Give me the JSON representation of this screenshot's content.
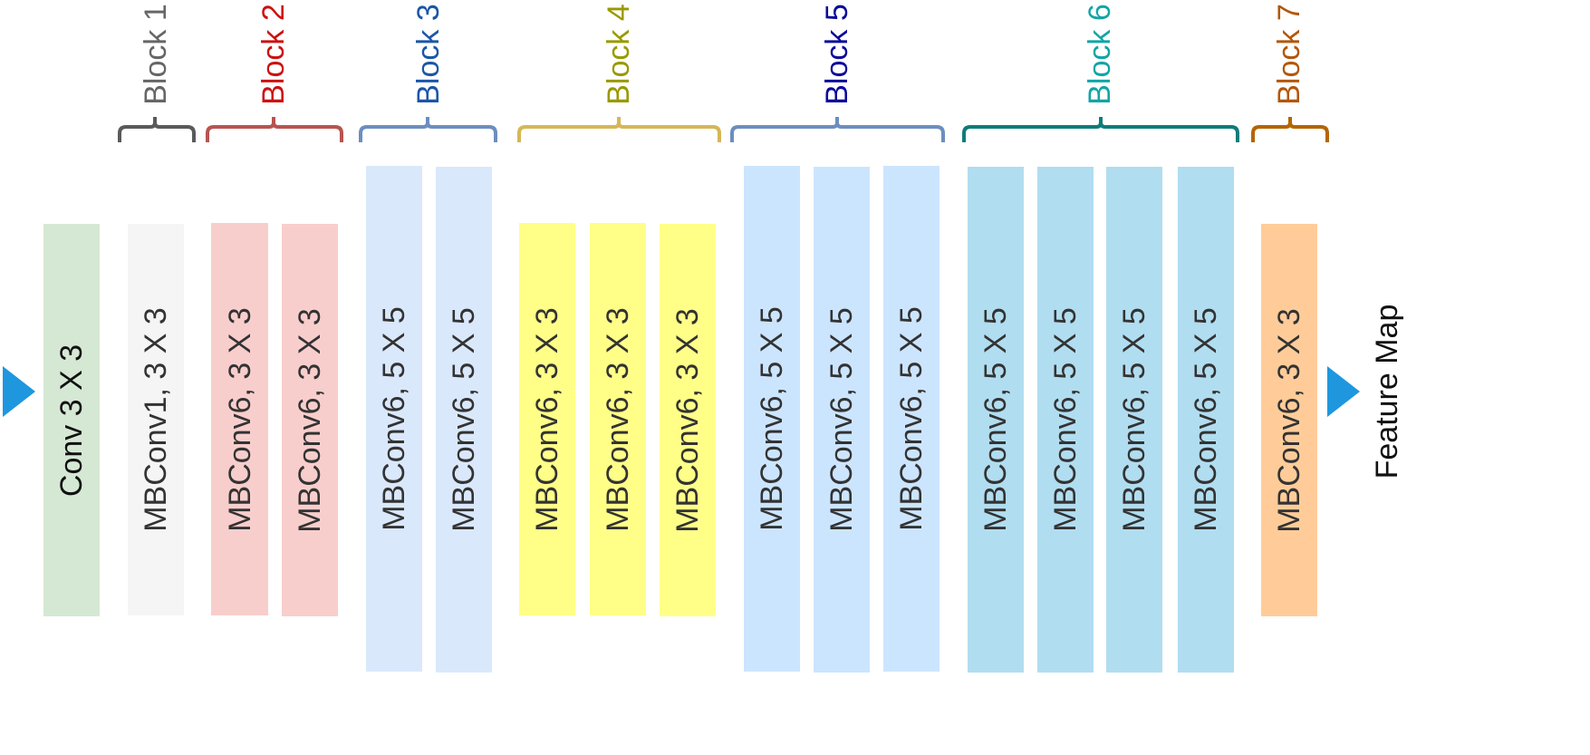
{
  "blocks": [
    {
      "label": "Block 1",
      "color": "#666666",
      "braceColor": "#5a5a5a"
    },
    {
      "label": "Block 2",
      "color": "#cc1111",
      "braceColor": "#b85450"
    },
    {
      "label": "Block 3",
      "color": "#1a56a8",
      "braceColor": "#6c8ebf"
    },
    {
      "label": "Block 4",
      "color": "#999900",
      "braceColor": "#d6b656"
    },
    {
      "label": "Block 5",
      "color": "#0a0a9a",
      "braceColor": "#6c8ebf"
    },
    {
      "label": "Block 6",
      "color": "#11a5a5",
      "braceColor": "#0e7c7b"
    },
    {
      "label": "Block 7",
      "color": "#b2570a",
      "braceColor": "#b46504"
    }
  ],
  "layers": [
    {
      "label": "Conv 3 X 3",
      "fill": "#d5e8d4",
      "text_color": "#111111"
    },
    {
      "label": "MBConv1, 3 X 3",
      "fill": "#f5f5f5"
    },
    {
      "label": "MBConv6, 3 X 3",
      "fill": "#f8cecc"
    },
    {
      "label": "MBConv6, 3 X 3",
      "fill": "#f8cecc"
    },
    {
      "label": "MBConv6, 5 X 5",
      "fill": "#dae8fc"
    },
    {
      "label": "MBConv6, 5 X 5",
      "fill": "#dae8fc"
    },
    {
      "label": "MBConv6, 3 X 3",
      "fill": "#ffff88"
    },
    {
      "label": "MBConv6, 3 X 3",
      "fill": "#ffff88"
    },
    {
      "label": "MBConv6, 3 X 3",
      "fill": "#ffff88"
    },
    {
      "label": "MBConv6, 5 X 5",
      "fill": "#cce5ff"
    },
    {
      "label": "MBConv6, 5 X 5",
      "fill": "#cce5ff"
    },
    {
      "label": "MBConv6, 5 X 5",
      "fill": "#cce5ff"
    },
    {
      "label": "MBConv6, 5 X 5",
      "fill": "#b1ddf0"
    },
    {
      "label": "MBConv6, 5 X 5",
      "fill": "#b1ddf0"
    },
    {
      "label": "MBConv6, 5 X 5",
      "fill": "#b1ddf0"
    },
    {
      "label": "MBConv6, 5 X 5",
      "fill": "#b1ddf0"
    },
    {
      "label": "MBConv6, 3 X 3",
      "fill": "#ffcc99"
    }
  ],
  "output": {
    "label": "Feature Map"
  },
  "arrow_color": "#1f97de"
}
